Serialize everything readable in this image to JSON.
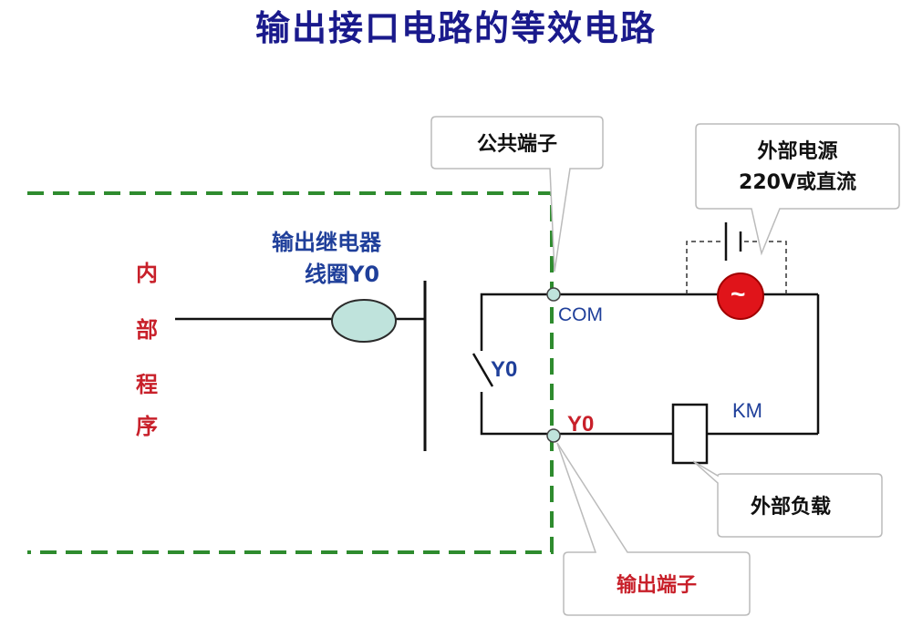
{
  "title": "输出接口电路的等效电路",
  "labels": {
    "internal_program": [
      "内",
      "部",
      "程",
      "序"
    ],
    "relay_coil_line1": "输出继电器",
    "relay_coil_line2": "线圈Y0",
    "contact_label": "Y0",
    "com_terminal": "COM",
    "y0_terminal": "Y0",
    "km_label": "KM",
    "ac_source_symbol": "~"
  },
  "callouts": {
    "common_terminal": "公共端子",
    "power_line1": "外部电源",
    "power_line2": "220V或直流",
    "external_load": "外部负载",
    "output_terminal": "输出端子"
  },
  "colors": {
    "title": "#1a1a8c",
    "boundary": "#2e8b2e",
    "red_text": "#c8202a",
    "blue_text": "#1f3f9a",
    "coil_fill": "#bfe3dc",
    "ac_source": "#e0141a"
  }
}
